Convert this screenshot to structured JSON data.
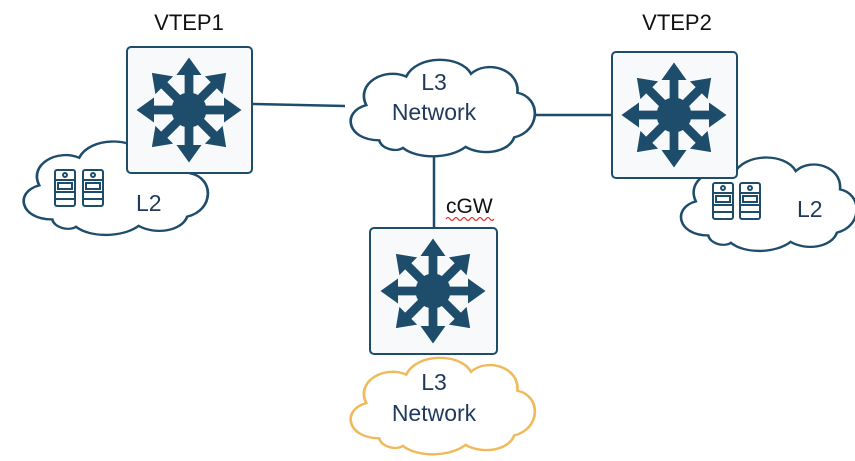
{
  "devices": {
    "vtep1": {
      "label": "VTEP1"
    },
    "vtep2": {
      "label": "VTEP2"
    },
    "cgw": {
      "label": "cGW"
    }
  },
  "clouds": {
    "core": {
      "line1": "L3",
      "line2": "Network",
      "color": "#1e4d6b"
    },
    "external": {
      "line1": "L3",
      "line2": "Network",
      "color": "#f0b95a"
    },
    "left_l2": {
      "label": "L2",
      "color": "#1e4d6b"
    },
    "right_l2": {
      "label": "L2",
      "color": "#1e4d6b"
    }
  },
  "icons": {
    "switch": "layer3-switch-icon",
    "server": "server-rack-icon"
  },
  "colors": {
    "device_fill": "#f7f9fb",
    "device_stroke": "#1e4d6b",
    "icon_fill": "#1e4d6b",
    "link": "#1e4d6b",
    "spellcheck_underline": "#e03030"
  }
}
